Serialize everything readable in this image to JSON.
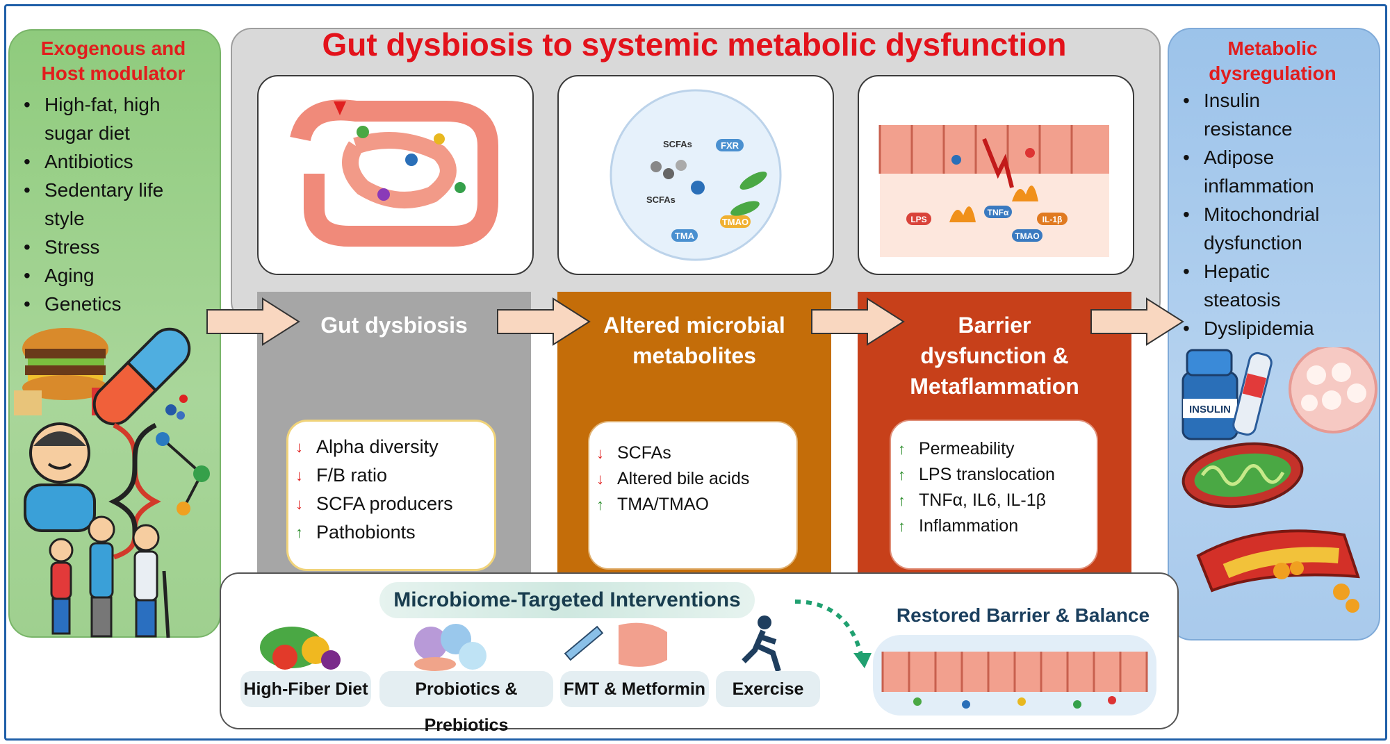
{
  "title": "Gut dysbiosis to systemic metabolic dysfunction",
  "left_panel": {
    "title_line1": "Exogenous and",
    "title_line2": "Host modulator",
    "items": [
      "High-fat, high",
      "sugar diet",
      "Antibiotics",
      "Sedentary life",
      "style",
      "Stress",
      "Aging",
      "Genetics"
    ]
  },
  "right_panel": {
    "title_line1": "Metabolic",
    "title_line2": "dysregulation",
    "items": [
      "Insulin",
      "resistance",
      "Adipose",
      "inflammation",
      "Mitochondrial",
      "dysfunction",
      "Hepatic",
      "steatosis",
      "Dyslipidemia"
    ]
  },
  "columns": [
    {
      "title_lines": [
        "Gut dysbiosis"
      ],
      "color": "#a6a6a6",
      "rows": [
        {
          "dir": "down",
          "text": "Alpha diversity"
        },
        {
          "dir": "down",
          "text": "F/B ratio"
        },
        {
          "dir": "down",
          "text": "SCFA producers"
        },
        {
          "dir": "up",
          "text": "Pathobionts"
        }
      ]
    },
    {
      "title_lines": [
        "Altered microbial",
        "metabolites"
      ],
      "color": "#c46d09",
      "rows": [
        {
          "dir": "down",
          "text": "SCFAs"
        },
        {
          "dir": "down",
          "text": "Altered bile acids"
        },
        {
          "dir": "up",
          "text": "TMA/TMAO"
        }
      ]
    },
    {
      "title_lines": [
        "Barrier",
        "dysfunction &",
        "Metaflammation"
      ],
      "color": "#c7401a",
      "rows": [
        {
          "dir": "up",
          "text": "Permeability"
        },
        {
          "dir": "up",
          "text": "LPS translocation"
        },
        {
          "dir": "up",
          "text": "TNFα, IL6, IL-1β"
        },
        {
          "dir": "up",
          "text": "Inflammation"
        }
      ]
    }
  ],
  "image_labels": {
    "metabolites": {
      "scfas_1": "SCFAs",
      "scfas_2": "SCFAs",
      "fxr": "FXR",
      "tma": "TMA",
      "tmao": "TMAO"
    },
    "barrier": {
      "lps": "LPS",
      "tnf": "TNFα",
      "il1b": "IL-1β",
      "tmao": "TMAO"
    }
  },
  "interventions": {
    "title": "Microbiome-Targeted Interventions",
    "items": [
      "High-Fiber Diet",
      "Probiotics & Prebiotics",
      "FMT & Metformin",
      "Exercise"
    ],
    "result": "Restored Barrier & Balance"
  },
  "insulin_label": "INSULIN",
  "colors": {
    "title_red": "#e3121b",
    "up_arrow": "#2f8f2f",
    "down_arrow": "#e0201f",
    "flow_arrow": "#f9d7c0"
  }
}
